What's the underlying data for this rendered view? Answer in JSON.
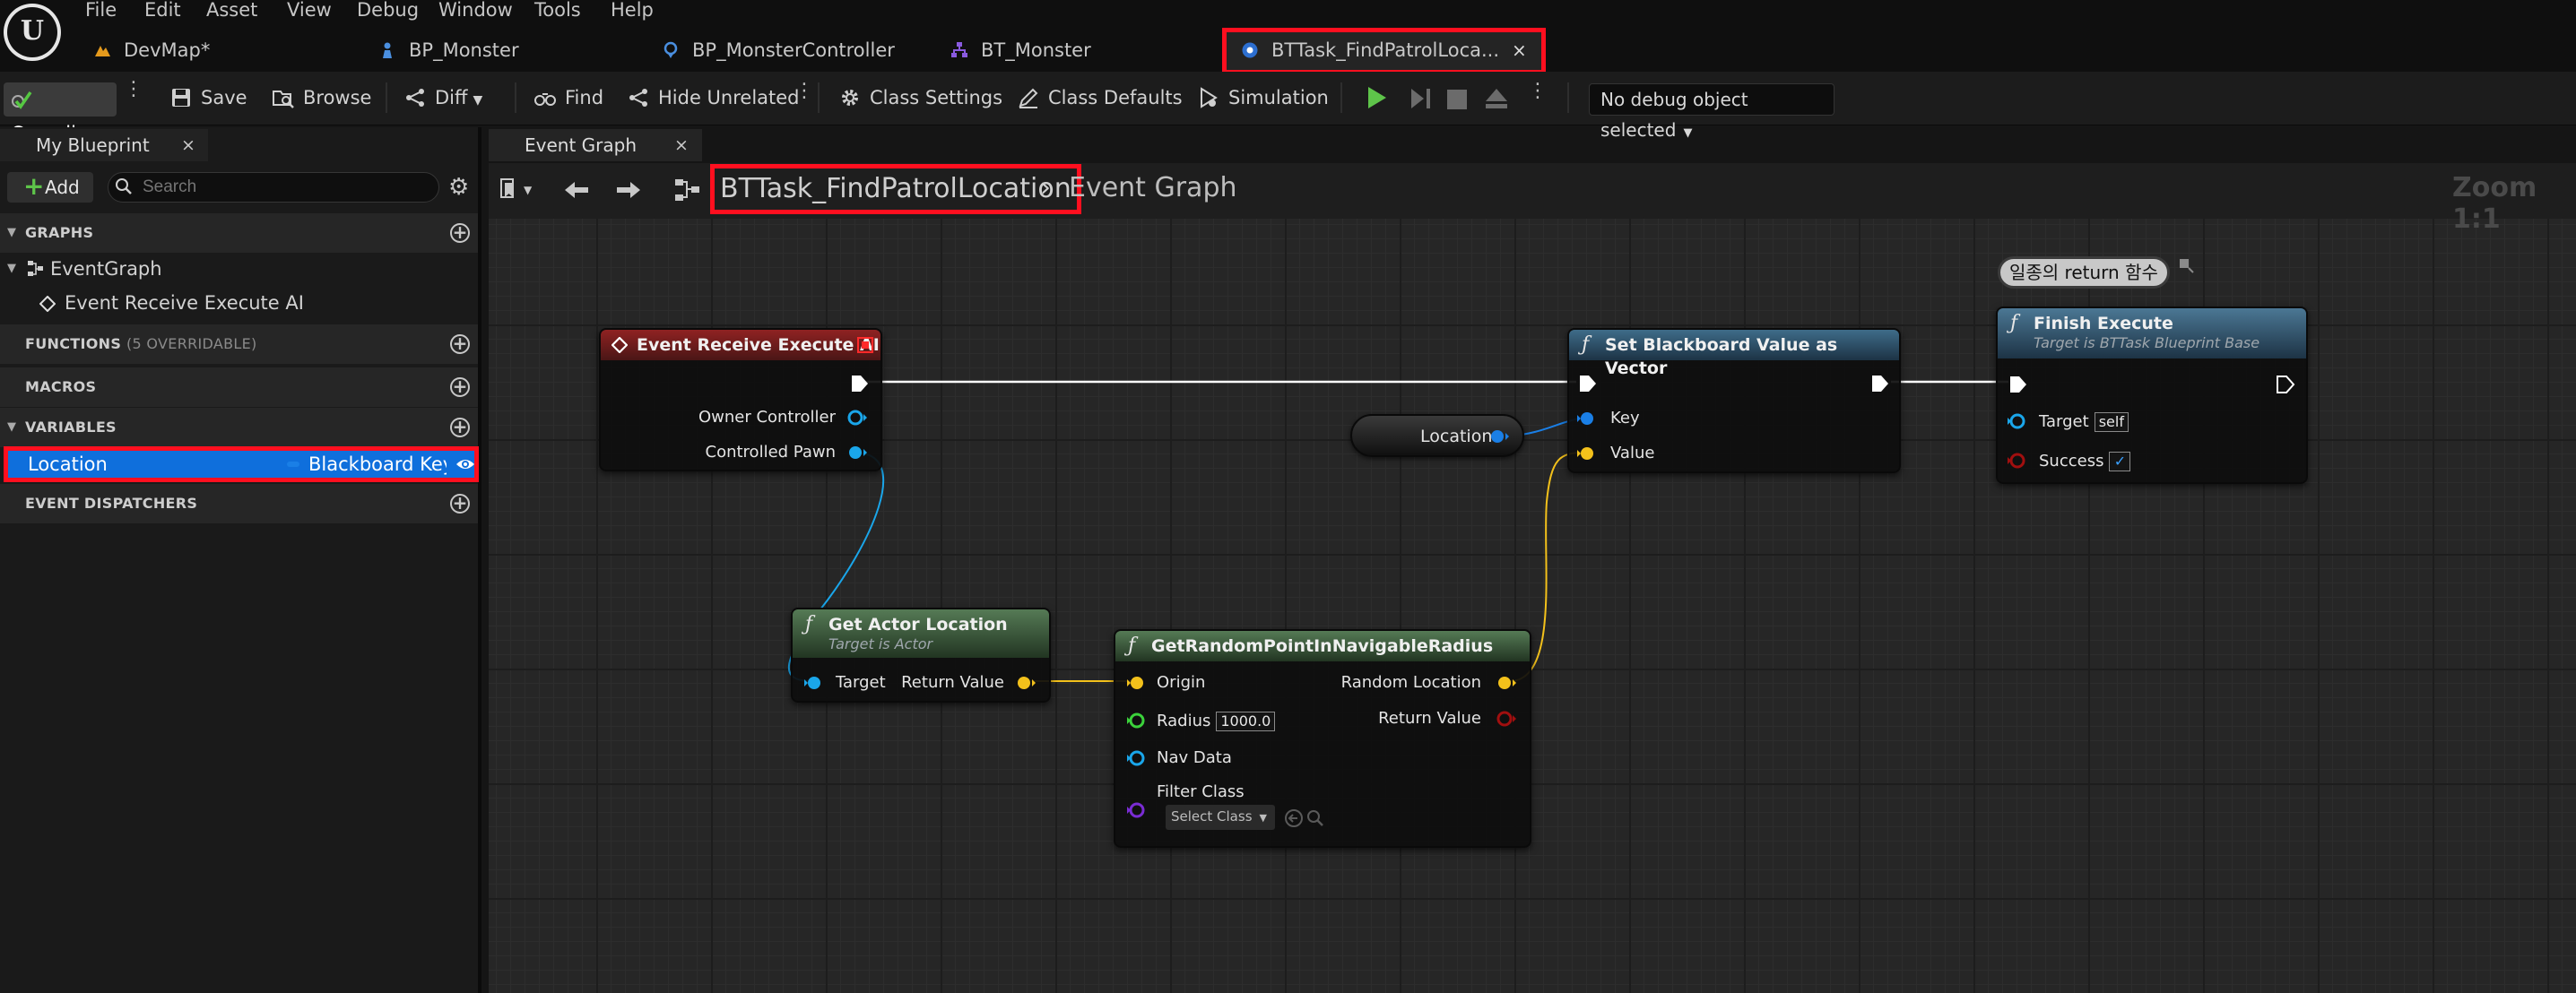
{
  "menu": [
    "File",
    "Edit",
    "Asset",
    "View",
    "Debug",
    "Window",
    "Tools",
    "Help"
  ],
  "tabs": [
    {
      "label": "DevMap*"
    },
    {
      "label": "BP_Monster"
    },
    {
      "label": "BP_MonsterController"
    },
    {
      "label": "BT_Monster"
    },
    {
      "label": "BTTask_FindPatrolLoca...",
      "close": "×"
    }
  ],
  "toolbar": {
    "compile": "Compile",
    "save": "Save",
    "browse": "Browse",
    "diff": "Diff",
    "find": "Find",
    "hide_unrelated": "Hide Unrelated",
    "class_settings": "Class Settings",
    "class_defaults": "Class Defaults",
    "simulation": "Simulation",
    "debug_object": "No debug object selected"
  },
  "my_blueprint": {
    "tab": "My Blueprint",
    "tab_close": "×",
    "add": "Add",
    "search_placeholder": "Search",
    "sections": {
      "graphs": "GRAPHS",
      "functions": "FUNCTIONS",
      "functions_sub": "(5 OVERRIDABLE)",
      "macros": "MACROS",
      "variables": "VARIABLES",
      "event_dispatchers": "EVENT DISPATCHERS"
    },
    "event_graph": "EventGraph",
    "event_item": "Event Receive Execute AI",
    "variable": {
      "name": "Location",
      "type": "Blackboard Key S"
    }
  },
  "graph": {
    "tab": "Event Graph",
    "tab_close": "×",
    "breadcrumb_asset": "BTTask_FindPatrolLocation",
    "breadcrumb_sep": "›",
    "breadcrumb_graph": "Event Graph",
    "zoom": "Zoom 1:1",
    "comment": "일종의 return 함수"
  },
  "nodes": {
    "event": {
      "title": "Event Receive Execute AI",
      "owner": "Owner Controller",
      "pawn": "Controlled Pawn"
    },
    "set_bb": {
      "title": "Set Blackboard Value as Vector",
      "key": "Key",
      "value": "Value"
    },
    "location_var": {
      "label": "Location"
    },
    "finish": {
      "title": "Finish Execute",
      "sub": "Target is BTTask Blueprint Base",
      "target": "Target",
      "target_val": "self",
      "success": "Success",
      "success_val": "✓"
    },
    "get_actor": {
      "title": "Get Actor Location",
      "sub": "Target is Actor",
      "target": "Target",
      "ret": "Return Value"
    },
    "random": {
      "title": "GetRandomPointInNavigableRadius",
      "origin": "Origin",
      "radius": "Radius",
      "radius_val": "1000.0",
      "nav_data": "Nav Data",
      "filter_class": "Filter Class",
      "select_class": "Select Class",
      "random_loc": "Random Location",
      "ret": "Return Value"
    }
  },
  "colors": {
    "highlight": "#ff0f1f",
    "selection": "#0f6fdc",
    "exec": "#ffffff",
    "vector_pin": "#f3c11b",
    "object_pin": "#1aa6ea",
    "struct_pin": "#1a7fe6",
    "bool_pin": "#a10f0f",
    "float_pin": "#3bd23b",
    "class_pin": "#7a2cd4"
  }
}
